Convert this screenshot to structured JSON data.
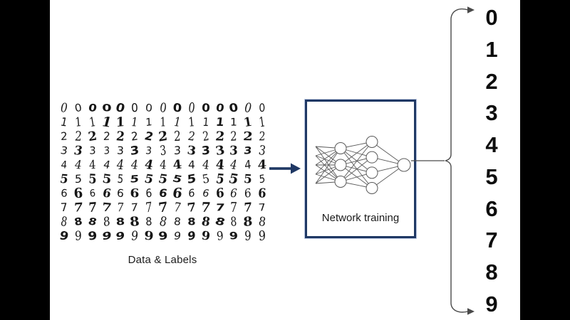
{
  "canvas": {
    "background": "#000000",
    "content_background": "#ffffff"
  },
  "left_panel": {
    "caption": "Data & Labels",
    "mnist_grid": {
      "columns": 15,
      "rows": [
        {
          "digit": "0",
          "cells": [
            "0",
            "0",
            "0",
            "0",
            "0",
            "0",
            "0",
            "0",
            "0",
            "0",
            "0",
            "0",
            "0",
            "0",
            "0"
          ]
        },
        {
          "digit": "1",
          "cells": [
            "1",
            "1",
            "1",
            "1",
            "1",
            "1",
            "1",
            "1",
            "1",
            "1",
            "1",
            "1",
            "1",
            "1",
            "1"
          ]
        },
        {
          "digit": "2",
          "cells": [
            "2",
            "2",
            "2",
            "2",
            "2",
            "2",
            "2",
            "2",
            "2",
            "2",
            "2",
            "2",
            "2",
            "2",
            "2"
          ]
        },
        {
          "digit": "3",
          "cells": [
            "3",
            "3",
            "3",
            "3",
            "3",
            "3",
            "3",
            "3",
            "3",
            "3",
            "3",
            "3",
            "3",
            "3",
            "3"
          ]
        },
        {
          "digit": "4",
          "cells": [
            "4",
            "4",
            "4",
            "4",
            "4",
            "4",
            "4",
            "4",
            "4",
            "4",
            "4",
            "4",
            "4",
            "4",
            "4"
          ]
        },
        {
          "digit": "5",
          "cells": [
            "5",
            "5",
            "5",
            "5",
            "5",
            "5",
            "5",
            "5",
            "5",
            "5",
            "5",
            "5",
            "5",
            "5",
            "5"
          ]
        },
        {
          "digit": "6",
          "cells": [
            "6",
            "6",
            "6",
            "6",
            "6",
            "6",
            "6",
            "6",
            "6",
            "6",
            "6",
            "6",
            "6",
            "6",
            "6"
          ]
        },
        {
          "digit": "7",
          "cells": [
            "7",
            "7",
            "7",
            "7",
            "7",
            "7",
            "7",
            "7",
            "7",
            "7",
            "7",
            "7",
            "7",
            "7",
            "7"
          ]
        },
        {
          "digit": "8",
          "cells": [
            "8",
            "8",
            "8",
            "8",
            "8",
            "8",
            "8",
            "8",
            "8",
            "8",
            "8",
            "8",
            "8",
            "8",
            "8"
          ]
        },
        {
          "digit": "9",
          "cells": [
            "9",
            "9",
            "9",
            "9",
            "9",
            "9",
            "9",
            "9",
            "9",
            "9",
            "9",
            "9",
            "9",
            "9",
            "9"
          ]
        }
      ]
    }
  },
  "flow_arrow": {
    "icon": "arrow-right",
    "color": "#1f3864"
  },
  "network_box": {
    "label": "Network training",
    "border_color": "#1f3864",
    "diagram": {
      "type": "neural-network",
      "layers": [
        5,
        3,
        4,
        1
      ],
      "node_fill": "#ffffff",
      "stroke_color": "#595959"
    }
  },
  "output_bracket": {
    "icon": "brace-with-arrows",
    "color": "#4a4a4a"
  },
  "output_labels": {
    "items": [
      "0",
      "1",
      "2",
      "3",
      "4",
      "5",
      "6",
      "7",
      "8",
      "9"
    ]
  }
}
